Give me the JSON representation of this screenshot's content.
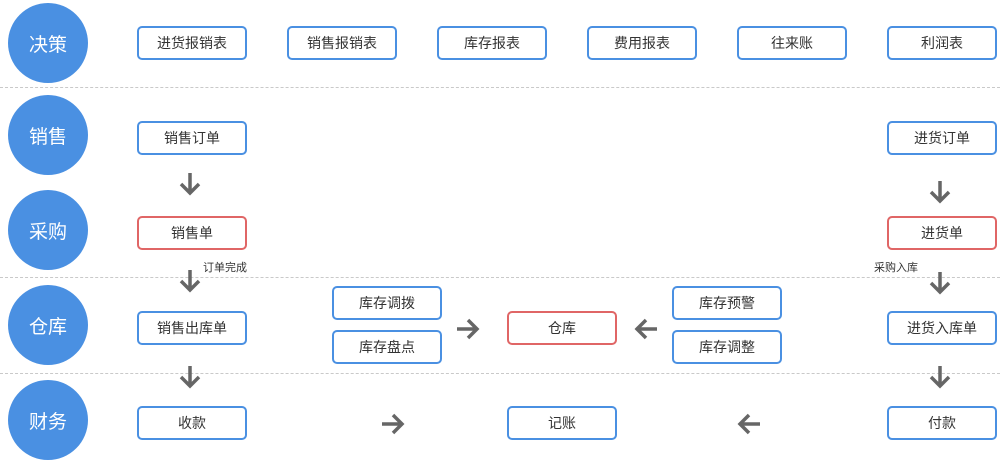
{
  "categories": {
    "decision": "决策",
    "sales": "销售",
    "purchase": "采购",
    "warehouse": "仓库",
    "finance": "财务"
  },
  "reports": {
    "purchase_report": "进货报销表",
    "sales_report": "销售报销表",
    "inventory_report": "库存报表",
    "expense_report": "费用报表",
    "accounts": "往来账",
    "profit_report": "利润表"
  },
  "sales_flow": {
    "sales_order": "销售订单",
    "sales_slip": "销售单",
    "order_complete_note": "订单完成",
    "sales_outbound": "销售出库单",
    "receipt": "收款"
  },
  "purchase_flow": {
    "purchase_order": "进货订单",
    "purchase_slip": "进货单",
    "purchase_in_note": "采购入库",
    "purchase_inbound": "进货入库单",
    "payment": "付款"
  },
  "warehouse_flow": {
    "transfer": "库存调拨",
    "stocktake": "库存盘点",
    "warehouse": "仓库",
    "alert": "库存预警",
    "adjust": "库存调整"
  },
  "finance_flow": {
    "bookkeeping": "记账"
  },
  "colors": {
    "accent": "#4a90e2",
    "highlight_border": "#e06666",
    "arrow": "#666666"
  }
}
